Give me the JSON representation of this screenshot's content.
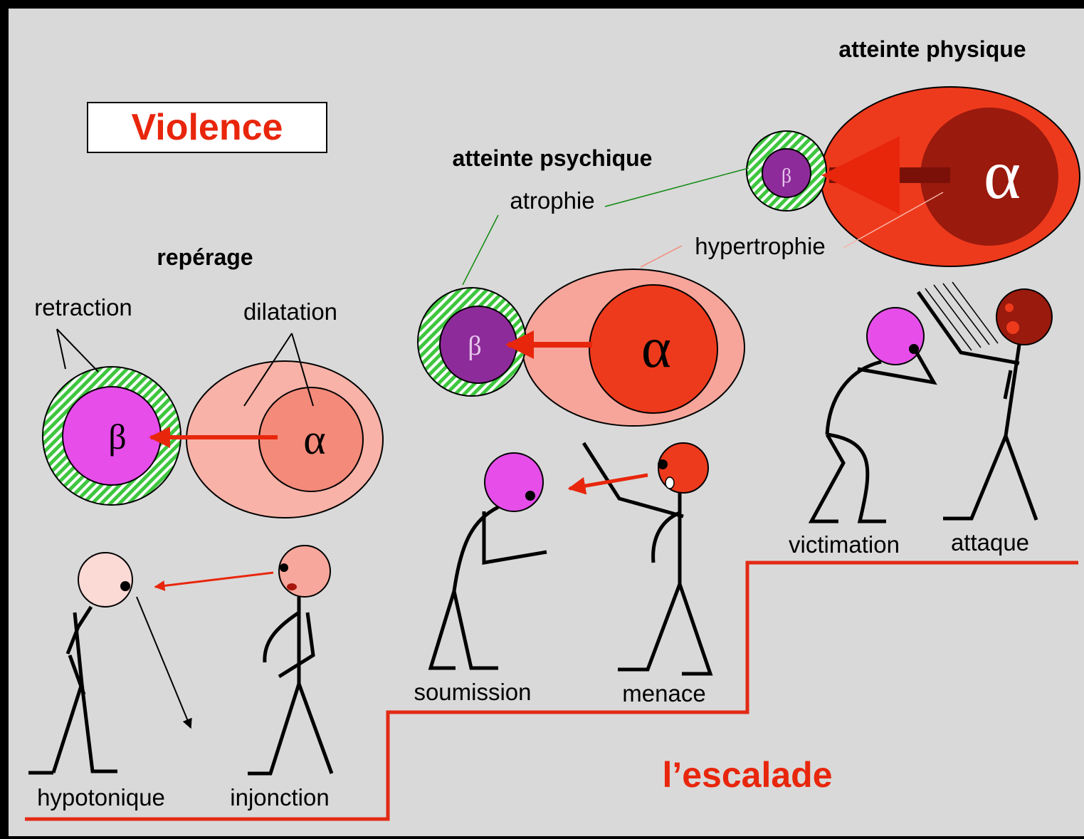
{
  "title": "Violence",
  "escalade_label": "l’escalade",
  "stages": {
    "reperage": {
      "heading": "repérage",
      "retraction_label": "retraction",
      "dilatation_label": "dilatation",
      "victim_label": "hypotonique",
      "aggressor_label": "injonction"
    },
    "psychique": {
      "heading": "atteinte psychique",
      "atrophie_label": "atrophie",
      "victim_label": "soumission",
      "aggressor_label": "menace"
    },
    "physique": {
      "heading": "atteinte physique",
      "hypertrophie_label": "hypertrophie",
      "victim_label": "victimation",
      "aggressor_label": "attaque"
    }
  },
  "symbols": {
    "alpha": "α",
    "beta": "β"
  },
  "colors": {
    "background": "#d9d9d9",
    "accent_red": "#e8260c",
    "stair_line": "#e32a15",
    "green_ring": "#3fc63f",
    "magenta": "#e64de9",
    "purple": "#8e2b9a",
    "pink_light": "#f8b2a7",
    "dark_red": "#9a1a0d"
  }
}
